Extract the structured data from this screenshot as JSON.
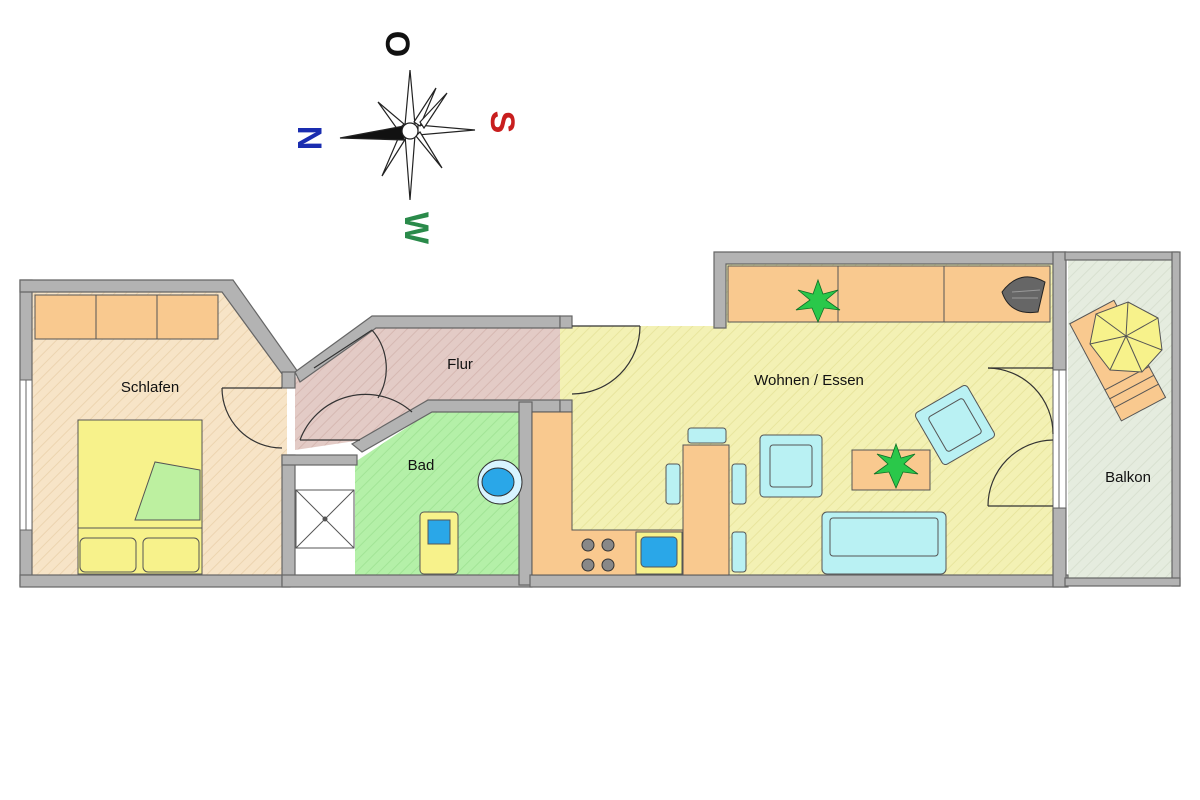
{
  "rooms": {
    "bedroom": "Schlafen",
    "hallway": "Flur",
    "bathroom": "Bad",
    "living": "Wohnen / Essen",
    "balcony": "Balkon"
  },
  "compass": {
    "north": "N",
    "east": "O",
    "south": "S",
    "west": "W"
  },
  "colors": {
    "bedroom_floor": "#f7e4c7",
    "hallway_floor": "#e3cbc6",
    "bathroom_floor": "#b4f0a8",
    "living_floor": "#f3f1b4",
    "balcony_floor": "#e5ecdf",
    "wall": "#8c8c8c",
    "cabinet": "#f9c98f",
    "furniture_blue": "#b9f1f3",
    "bed_yellow": "#f7f28b",
    "north_color": "#1a2db0",
    "east_color": "#111111",
    "south_color": "#c81e1e",
    "west_color": "#2a8a4a"
  }
}
